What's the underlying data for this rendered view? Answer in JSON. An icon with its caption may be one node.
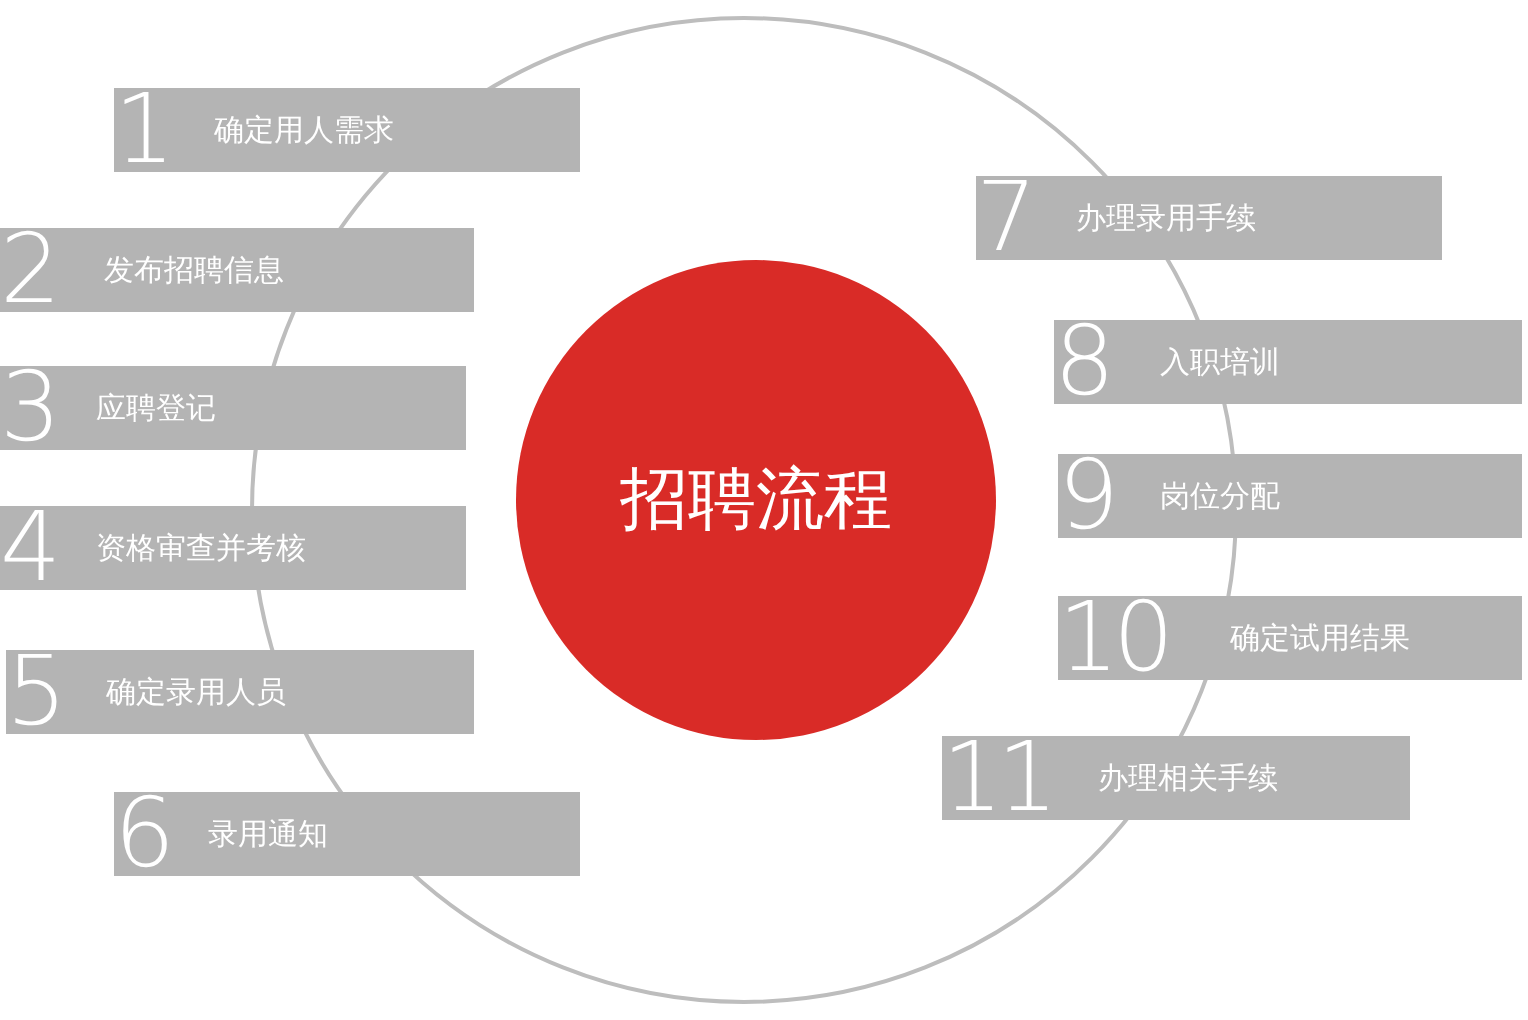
{
  "diagram": {
    "nodes": [
      {
        "text": [
          "招聘流程"
        ]
      },
      {
        "text": [
          "1",
          "确定用人需求"
        ]
      },
      {
        "text": [
          "2",
          "发布招聘信息"
        ]
      },
      {
        "text": [
          "3",
          "应聘登记"
        ]
      },
      {
        "text": [
          "4",
          "资格审查并考核"
        ]
      },
      {
        "text": [
          "5",
          "确定录用人员"
        ]
      },
      {
        "text": [
          "6",
          "录用通知"
        ]
      },
      {
        "text": [
          "7",
          "办理录用手续"
        ]
      },
      {
        "text": [
          "8",
          "入职培训"
        ]
      },
      {
        "text": [
          "9",
          "岗位分配"
        ]
      },
      {
        "text": [
          "10",
          "确定试用结果"
        ]
      },
      {
        "text": [
          "11",
          "办理相关手续"
        ]
      }
    ]
  }
}
